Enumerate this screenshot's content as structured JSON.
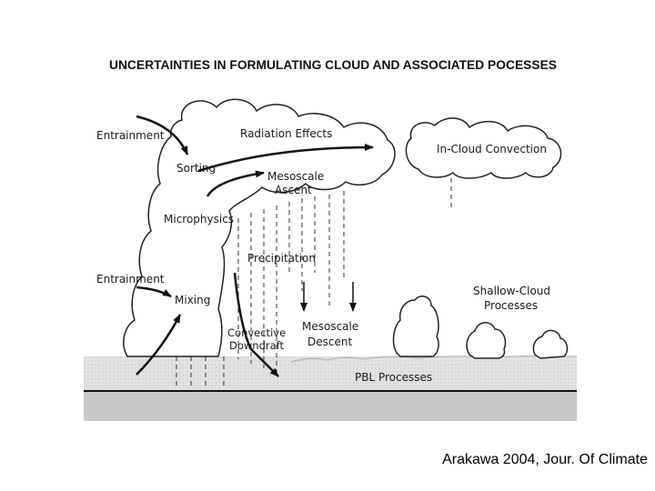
{
  "figure": {
    "title": "UNCERTAINTIES IN FORMULATING CLOUD AND ASSOCIATED POCESSES",
    "labels": {
      "entrainment_top": "Entrainment",
      "radiation_effects": "Radiation Effects",
      "in_cloud_convection": "In-Cloud Convection",
      "sorting": "Sorting",
      "mesoscale_ascent_1": "Mesoscale",
      "mesoscale_ascent_2": "Ascent",
      "microphysics": "Microphysics",
      "precipitation": "Precipitation",
      "entrainment_bottom": "Entrainment",
      "shallow_cloud_1": "Shallow-Cloud",
      "shallow_cloud_2": "Processes",
      "mixing": "Mixing",
      "convective_downdraft_1": "Convective",
      "convective_downdraft_2": "Downdraft",
      "mesoscale_descent_1": "Mesoscale",
      "mesoscale_descent_2": "Descent",
      "pbl_processes": "PBL Processes"
    }
  },
  "caption": "Arakawa 2004, Jour. Of Climate"
}
